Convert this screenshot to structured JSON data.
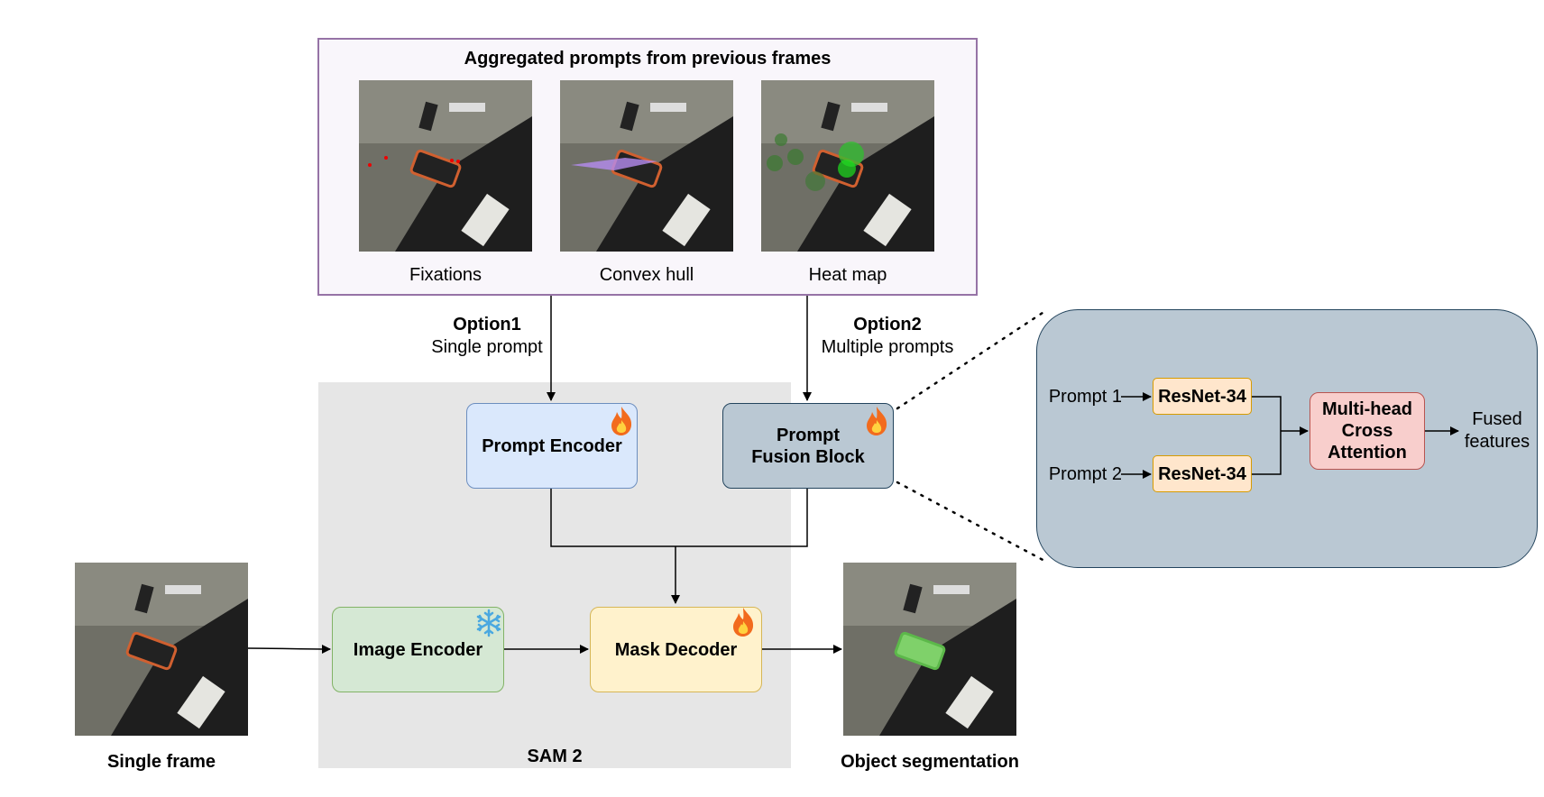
{
  "aggregate": {
    "title": "Aggregated prompts from previous frames",
    "captions": [
      "Fixations",
      "Convex hull",
      "Heat map"
    ]
  },
  "option1": {
    "title": "Option1",
    "subtitle": "Single prompt"
  },
  "option2": {
    "title": "Option2",
    "subtitle": "Multiple prompts"
  },
  "sam": {
    "label": "SAM 2",
    "prompt_encoder": "Prompt Encoder",
    "fusion_block_line1": "Prompt",
    "fusion_block_line2": "Fusion Block",
    "image_encoder": "Image Encoder",
    "mask_decoder": "Mask Decoder"
  },
  "input": {
    "caption": "Single frame"
  },
  "output": {
    "caption": "Object segmentation"
  },
  "fusion_detail": {
    "prompt1": "Prompt 1",
    "prompt2": "Prompt 2",
    "resnet": "ResNet-34",
    "attention_line1": "Multi-head",
    "attention_line2": "Cross",
    "attention_line3": "Attention",
    "output_line1": "Fused",
    "output_line2": "features"
  },
  "colors": {
    "aggregate_border": "#9673a6",
    "aggregate_fill": "#e1d5e7",
    "sam_bg": "#e6e6e6",
    "prompt_encoder_fill": "#dae8fc",
    "prompt_encoder_border": "#6c8ebf",
    "fusion_fill": "#bac8d3",
    "fusion_border": "#23445d",
    "image_encoder_fill": "#d5e8d4",
    "image_encoder_border": "#82b366",
    "mask_decoder_fill": "#fff2cc",
    "mask_decoder_border": "#d6b656",
    "resnet_fill": "#ffe6cc",
    "resnet_border": "#d79b00",
    "attention_fill": "#f8cecc",
    "attention_border": "#b85450"
  },
  "icons": {
    "trainable": "flame-icon",
    "frozen": "snowflake-icon"
  }
}
